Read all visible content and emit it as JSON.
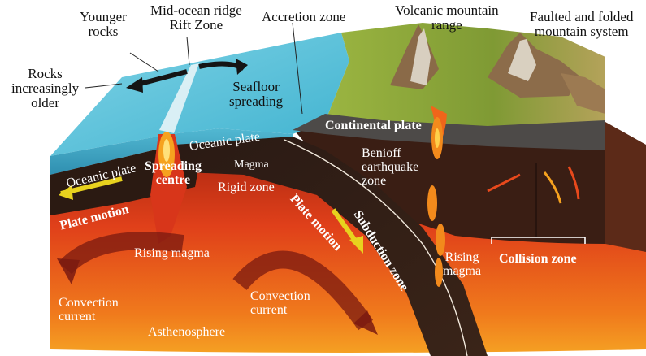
{
  "labels": {
    "younger_rocks": [
      "Younger",
      "rocks"
    ],
    "mid_ocean_ridge": [
      "Mid-ocean ridge",
      "Rift Zone"
    ],
    "accretion_zone": "Accretion zone",
    "volcanic_range": [
      "Volcanic mountain",
      "range"
    ],
    "faulted_folded": [
      "Faulted and folded",
      "mountain system"
    ],
    "rocks_older": [
      "Rocks",
      "increasingly",
      "older"
    ],
    "seafloor_spreading": [
      "Seafloor",
      "spreading"
    ],
    "continental_plate": "Continental plate",
    "oceanic_plate_left": "Oceanic plate",
    "oceanic_plate_right": "Oceanic plate",
    "spreading_centre": [
      "Spreading",
      "centre"
    ],
    "magma": "Magma",
    "rigid_zone": "Rigid zone",
    "benioff_zone": [
      "Benioff",
      "earthquake",
      "zone"
    ],
    "plate_motion_left": "Plate motion",
    "plate_motion_slab": "Plate motion",
    "subduction_zone": "Subduction zone",
    "rising_magma_center": "Rising magma",
    "rising_magma_right": [
      "Rising",
      "magma"
    ],
    "collision_zone": "Collision zone",
    "convection_left": [
      "Convection",
      "current"
    ],
    "convection_center": [
      "Convection",
      "current"
    ],
    "asthenosphere": "Asthenosphere"
  },
  "colors": {
    "ocean": "#5cc6dc",
    "crust_dark": "#2b1a12",
    "magma_hot": "#e8491c",
    "magma_bright": "#f6a21f",
    "land_green": "#8aa83a",
    "arrow_yellow": "#e8d21e"
  },
  "icons": [
    "double-arrow-icon",
    "plate-motion-arrow-icon",
    "convection-arrow-icon"
  ]
}
